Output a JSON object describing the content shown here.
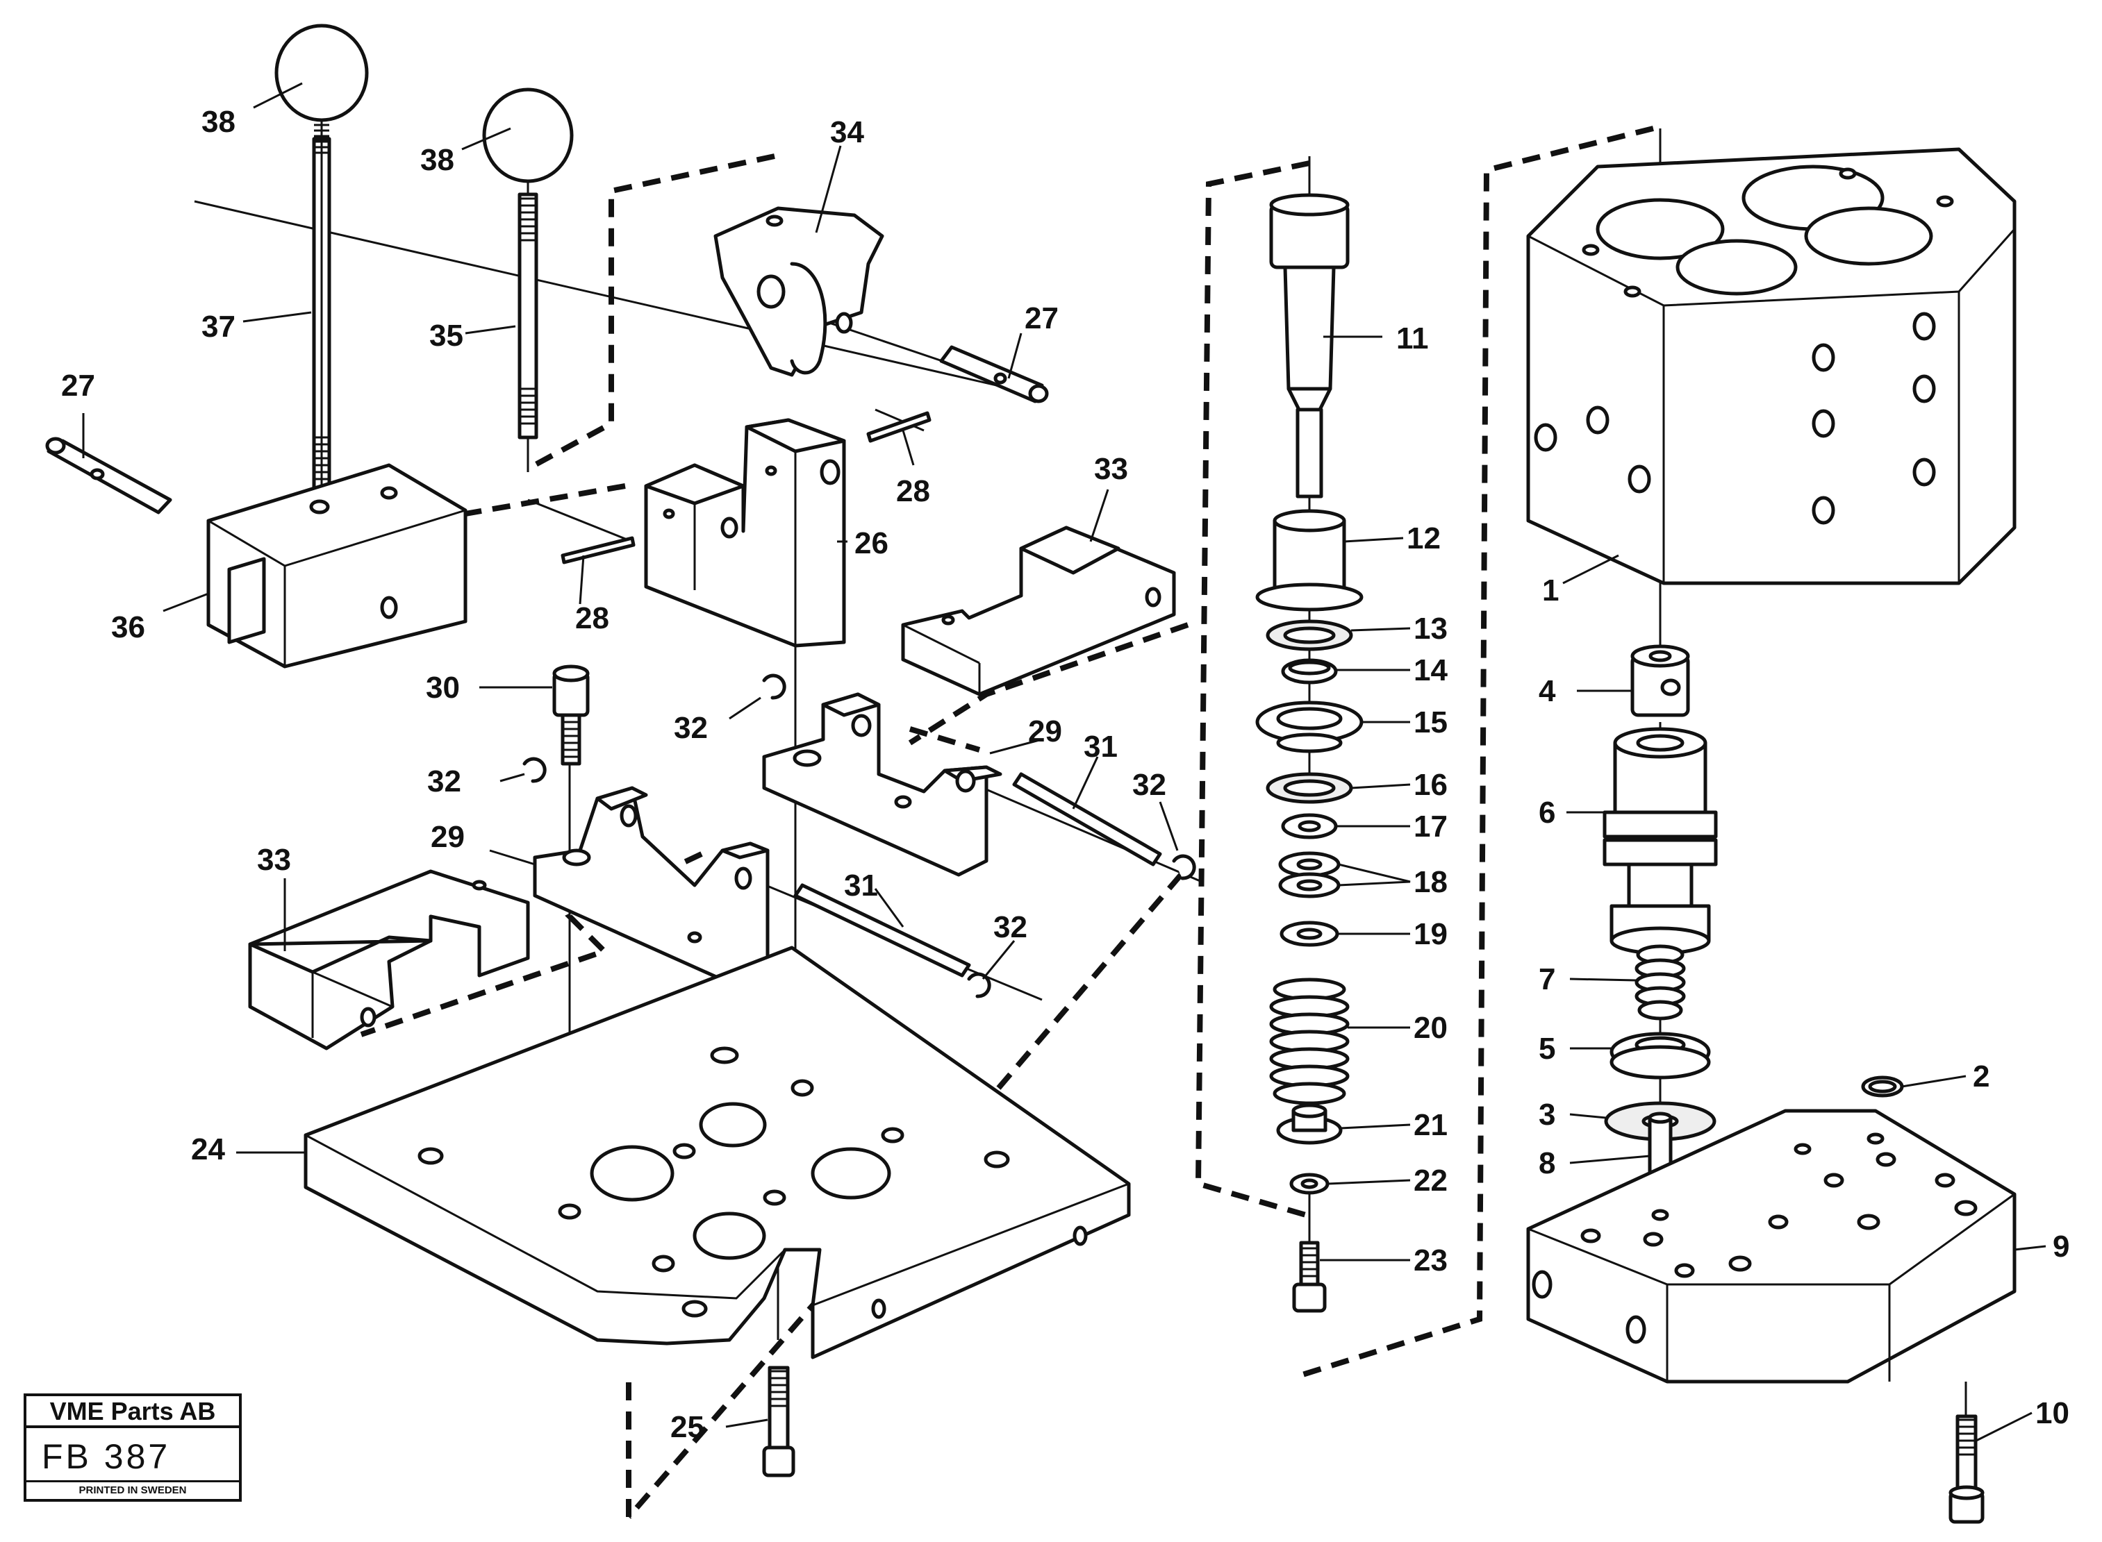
{
  "callouts": {
    "c1": "1",
    "c2": "2",
    "c3": "3",
    "c4": "4",
    "c5": "5",
    "c6": "6",
    "c7": "7",
    "c8": "8",
    "c9": "9",
    "c10": "10",
    "c11": "11",
    "c12": "12",
    "c13": "13",
    "c14": "14",
    "c15": "15",
    "c16": "16",
    "c17": "17",
    "c18": "18",
    "c19": "19",
    "c20": "20",
    "c21": "21",
    "c22": "22",
    "c23": "23",
    "c24": "24",
    "c25": "25",
    "c26": "26",
    "c27a": "27",
    "c27b": "27",
    "c28a": "28",
    "c28b": "28",
    "c29a": "29",
    "c29b": "29",
    "c30": "30",
    "c31a": "31",
    "c31b": "31",
    "c32a": "32",
    "c32b": "32",
    "c32c": "32",
    "c32d": "32",
    "c33a": "33",
    "c33b": "33",
    "c34": "34",
    "c35": "35",
    "c36": "36",
    "c37": "37",
    "c38a": "38",
    "c38b": "38"
  },
  "stamp": {
    "company": "VME Parts AB",
    "number": "FB  387",
    "printed": "PRINTED IN SWEDEN"
  }
}
